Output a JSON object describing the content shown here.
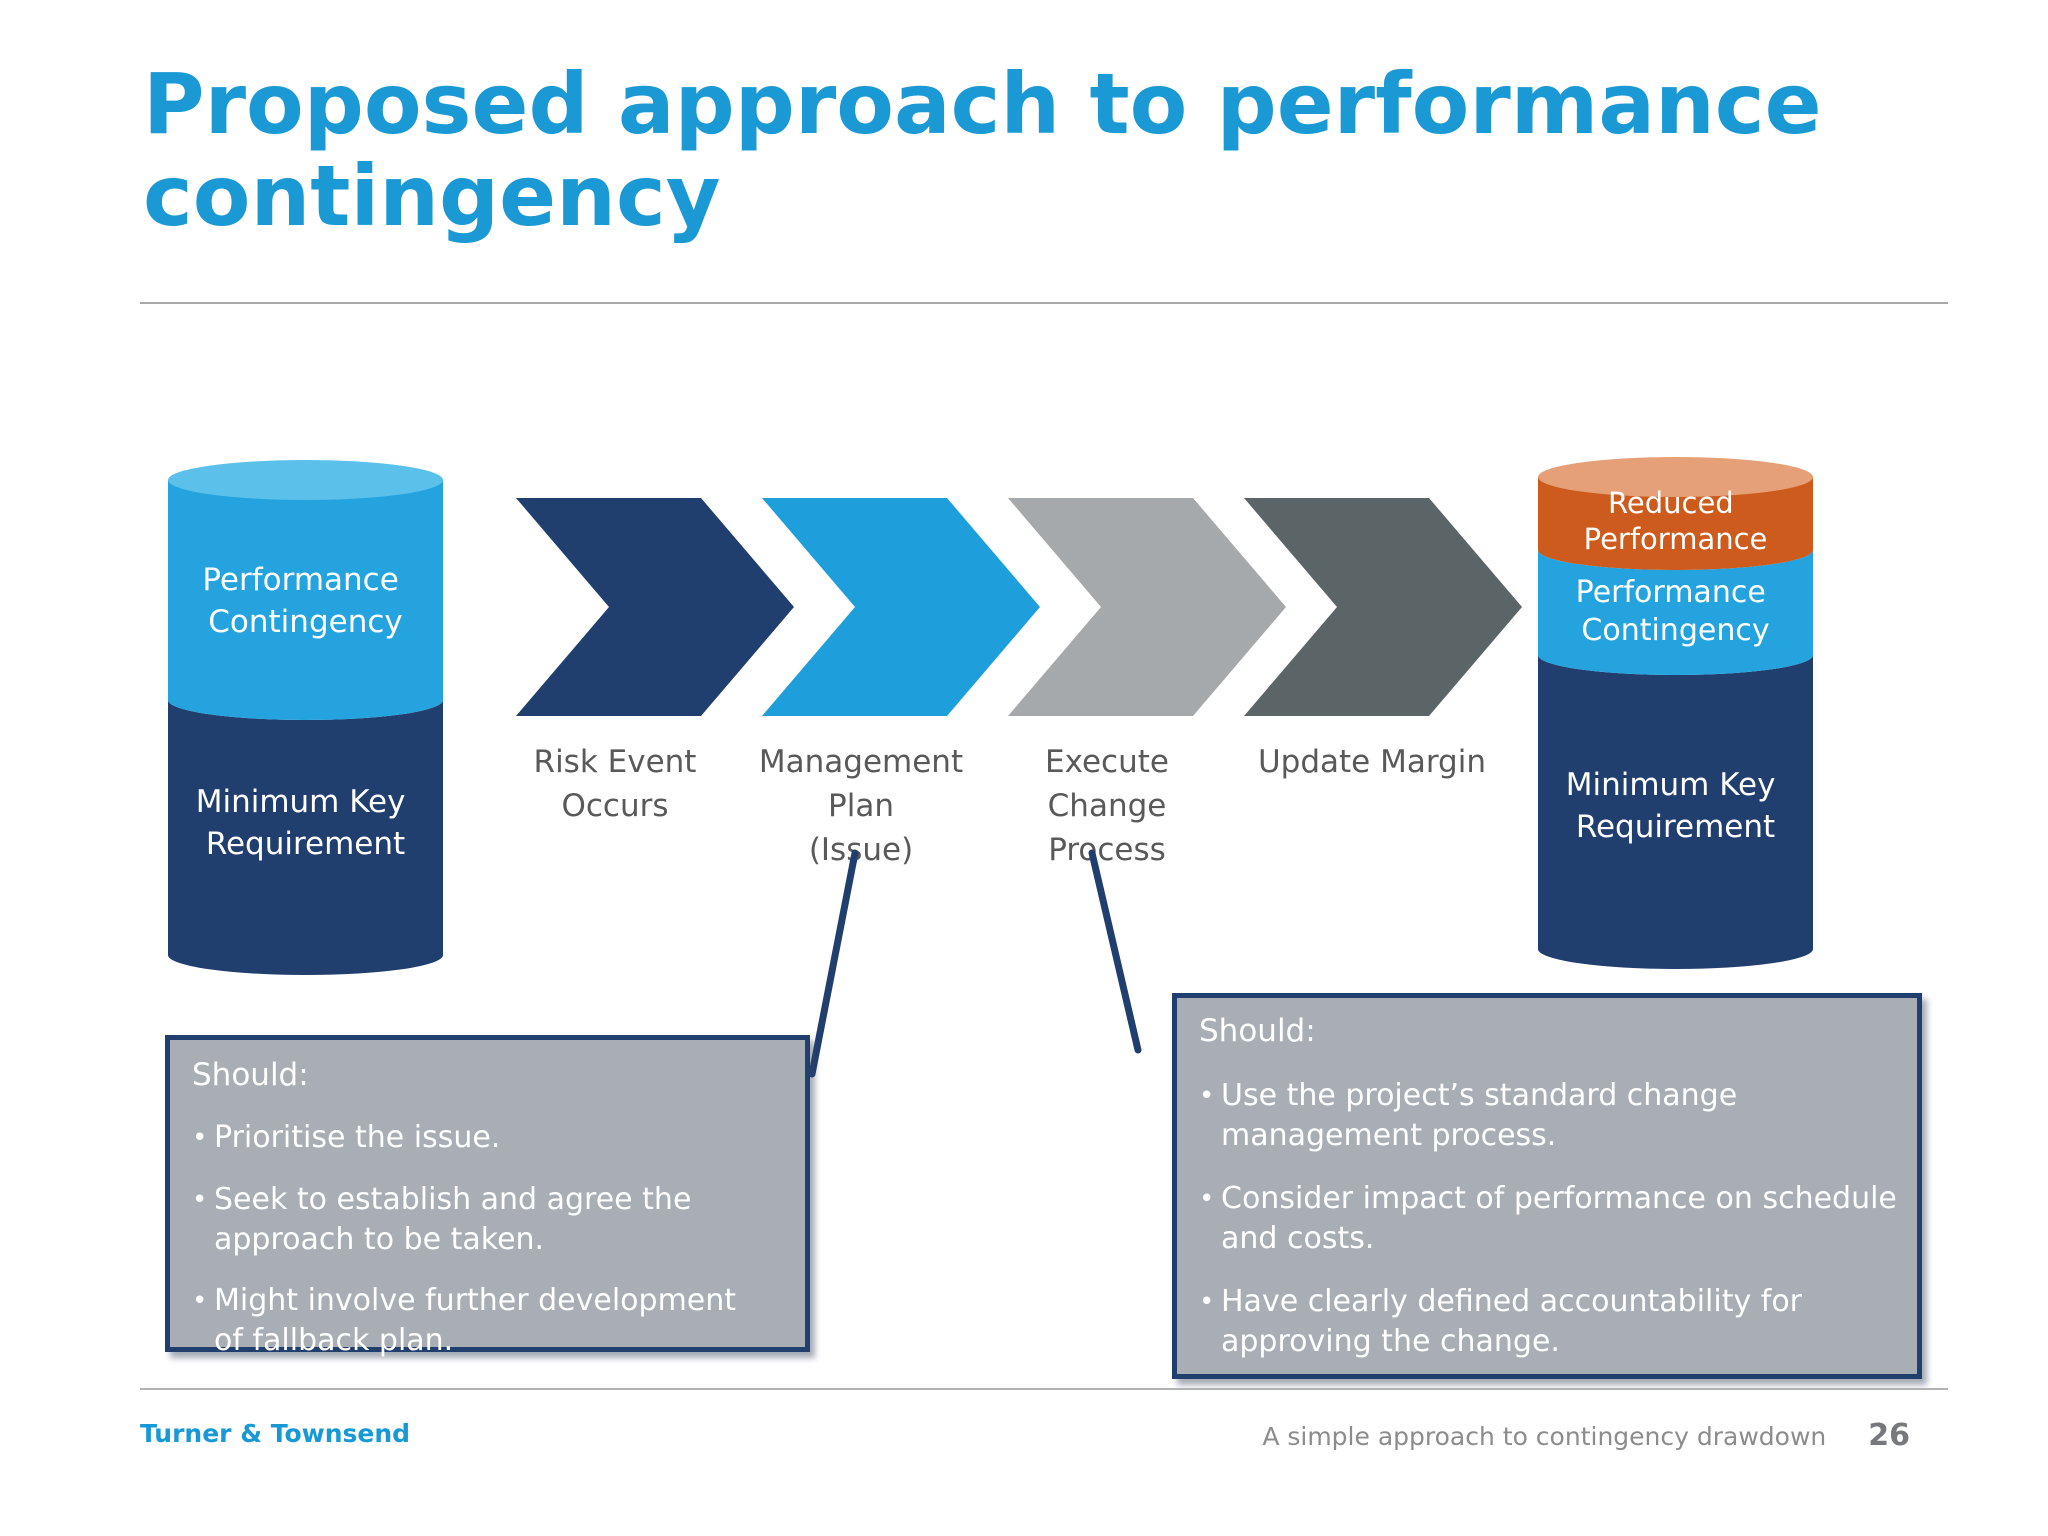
{
  "slide": {
    "title_full": "Proposed approach to performance contingency",
    "title_line1": "Proposed approach to performance",
    "title_line2": "contingency"
  },
  "left_cylinder": {
    "top_color": "#24a3df",
    "top_lid_color": "#5bc0ea",
    "bottom_color": "#203e6e",
    "top_label_line1": "Performance",
    "top_label_line2": "Contingency",
    "bottom_label_line1": "Minimum Key",
    "bottom_label_line2": "Requirement"
  },
  "steps": [
    {
      "label_line1": "Risk Event",
      "label_line2": "Occurs",
      "label_line3": "",
      "arrow_color": "#203e6e"
    },
    {
      "label_line1": "Management",
      "label_line2": "Plan",
      "label_line3": "(Issue)",
      "arrow_color": "#1e9fdc"
    },
    {
      "label_line1": "Execute",
      "label_line2": "Change",
      "label_line3": "Process",
      "arrow_color": "#a5a9ab"
    },
    {
      "label_line1": "Update Margin",
      "label_line2": "",
      "label_line3": "",
      "arrow_color": "#5b6568"
    }
  ],
  "right_cylinder": {
    "top_color": "#cc5b1d",
    "top_lid_color": "#e5a077",
    "middle_color": "#24a3df",
    "bottom_color": "#203e6e",
    "top_label_line1": "Reduced",
    "top_label_line2": "Performance",
    "middle_label_line1": "Performance",
    "middle_label_line2": "Contingency",
    "bottom_label_line1": "Minimum Key",
    "bottom_label_line2": "Requirement"
  },
  "connectors": {
    "color": "#203e6e"
  },
  "callouts": {
    "bullet_glyph": "•",
    "left": {
      "heading": "Should:",
      "bullets": [
        "Prioritise the issue.",
        "Seek to establish and agree the approach to be taken.",
        "Might involve further development of fallback plan."
      ]
    },
    "right": {
      "heading": "Should:",
      "bullets": [
        "Use the project’s standard change management process.",
        "Consider impact of performance on schedule and costs.",
        "Have clearly defined accountability for approving the change."
      ]
    }
  },
  "footer": {
    "brand": "Turner & Townsend",
    "subtitle": "A simple approach to contingency drawdown",
    "page_number": "26"
  },
  "colors": {
    "title_blue": "#1b99d5",
    "brand_blue": "#1899d6",
    "navy": "#203e6e",
    "light_blue": "#24a3df",
    "light_blue_lid": "#5bc0ea",
    "orange": "#cc5b1d",
    "orange_lid": "#e5a077",
    "arrow_gray_light": "#a5a9ab",
    "arrow_gray_dark": "#5b6568",
    "callout_fill": "#a8aeb4",
    "label_gray": "#595959"
  }
}
